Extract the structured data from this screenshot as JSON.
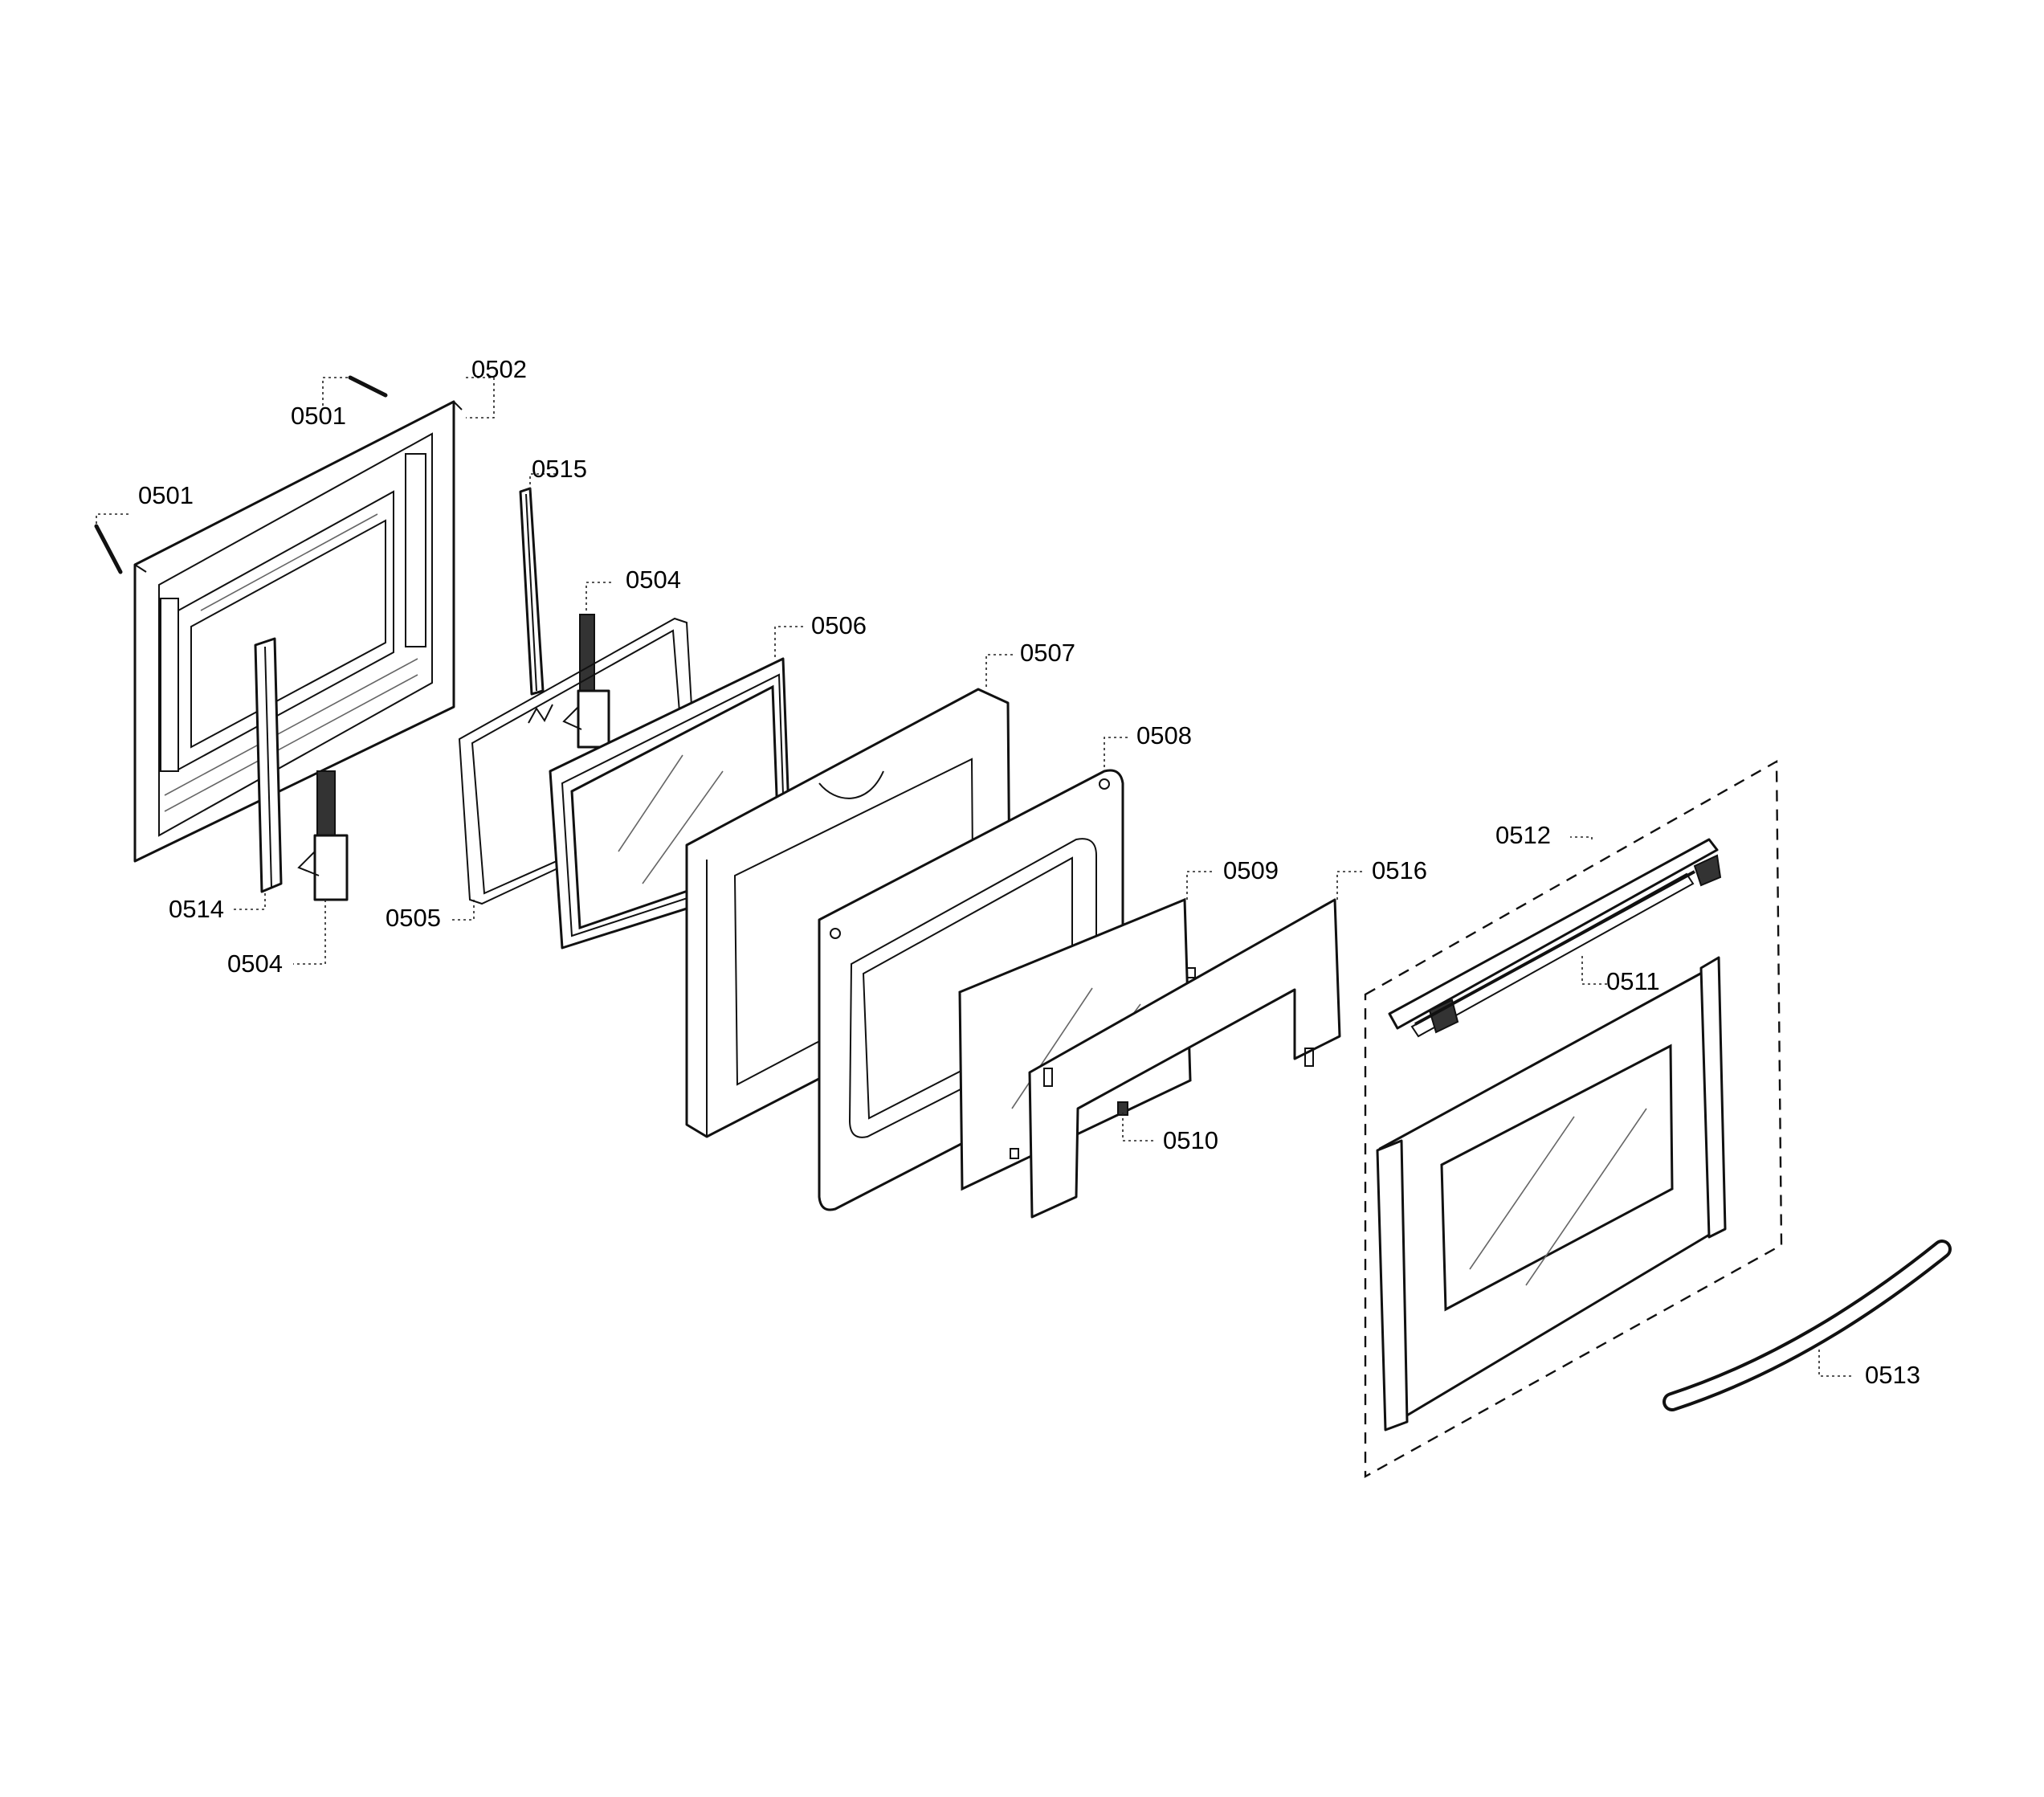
{
  "diagram": {
    "part_labels": {
      "p0501a": "0501",
      "p0501b": "0501",
      "p0502": "0502",
      "p0515": "0515",
      "p0504a": "0504",
      "p0506": "0506",
      "p0507": "0507",
      "p0508": "0508",
      "p0509": "0509",
      "p0516": "0516",
      "p0512": "0512",
      "p0511": "0511",
      "p0514": "0514",
      "p0504b": "0504",
      "p0505": "0505",
      "p0510": "0510",
      "p0513": "0513"
    }
  }
}
